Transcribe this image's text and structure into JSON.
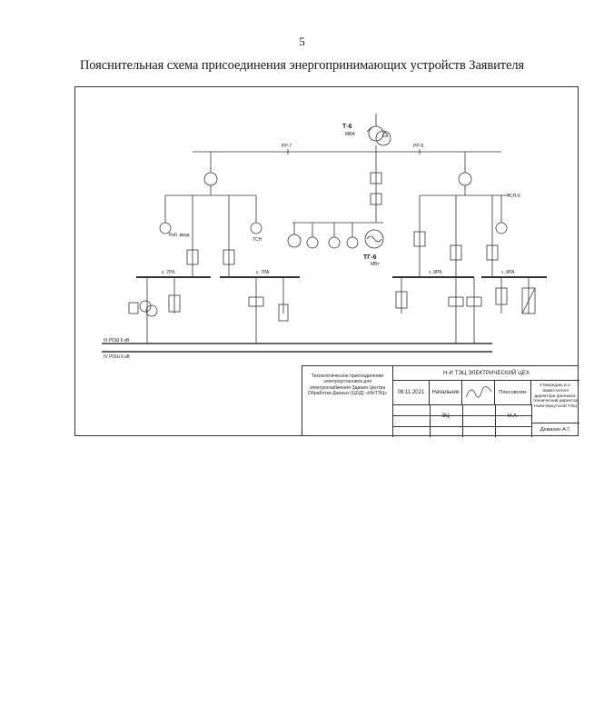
{
  "page": {
    "number": "5",
    "title": "Пояснительная схема присоединения энергопринимающих устройств Заявителя"
  },
  "schematic": {
    "main_transformer": "Т-6",
    "main_transformer_sub": "МВА",
    "generator": "ТГ-6",
    "generator_sub": "МВт",
    "left_aux_transformer": "ТСН",
    "right_aux_transformer": "ТСН-6",
    "bus_left_1": "с. 7РБ",
    "bus_left_2": "с. 7РА",
    "bus_right_1": "с. 8РБ",
    "bus_right_2": "с. 8РА",
    "main_bus_1": "III РОШ 6 кВ",
    "main_bus_2": "IV РОШ 6 кВ",
    "rr_left": "РР-7",
    "rr_right": "РР-8",
    "feeder_label": "Раб. ввод"
  },
  "stamp": {
    "description": "Технологическое присоединение электроустановок для электроснабжения Здания Центра Обработки Данных (ЦОД) «ИНТЭЦ»",
    "organization": "Н-И ТЭЦ ЭЛЕКТРИЧЕСКИЙ ЦЕХ",
    "date": "08.11.2021",
    "position": "Начальник ЭЦ",
    "name": "Плесовских М.А.",
    "approval": "Утверждаю и.о. Заместителя директора филиала-технический директор Ново-Иркутской ТЭЦ",
    "approver": "Демахин А.Г."
  }
}
